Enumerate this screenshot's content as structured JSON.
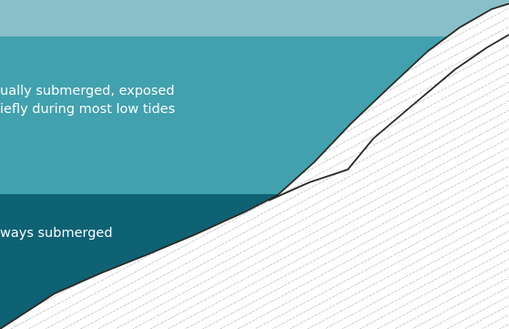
{
  "zones": [
    {
      "id": "upper",
      "color": "#89bfc8",
      "label": ""
    },
    {
      "id": "middle",
      "color": "#41a1ae",
      "label_lines": [
        "ually submerged, exposed",
        "iefly during most low tides"
      ]
    },
    {
      "id": "lower",
      "color": "#0e6274",
      "label_lines": [
        "ways submerged"
      ]
    }
  ],
  "ground": {
    "fill": "#ffffff",
    "outline": "#2a2a2a",
    "hatch": "#9a9a9a"
  }
}
